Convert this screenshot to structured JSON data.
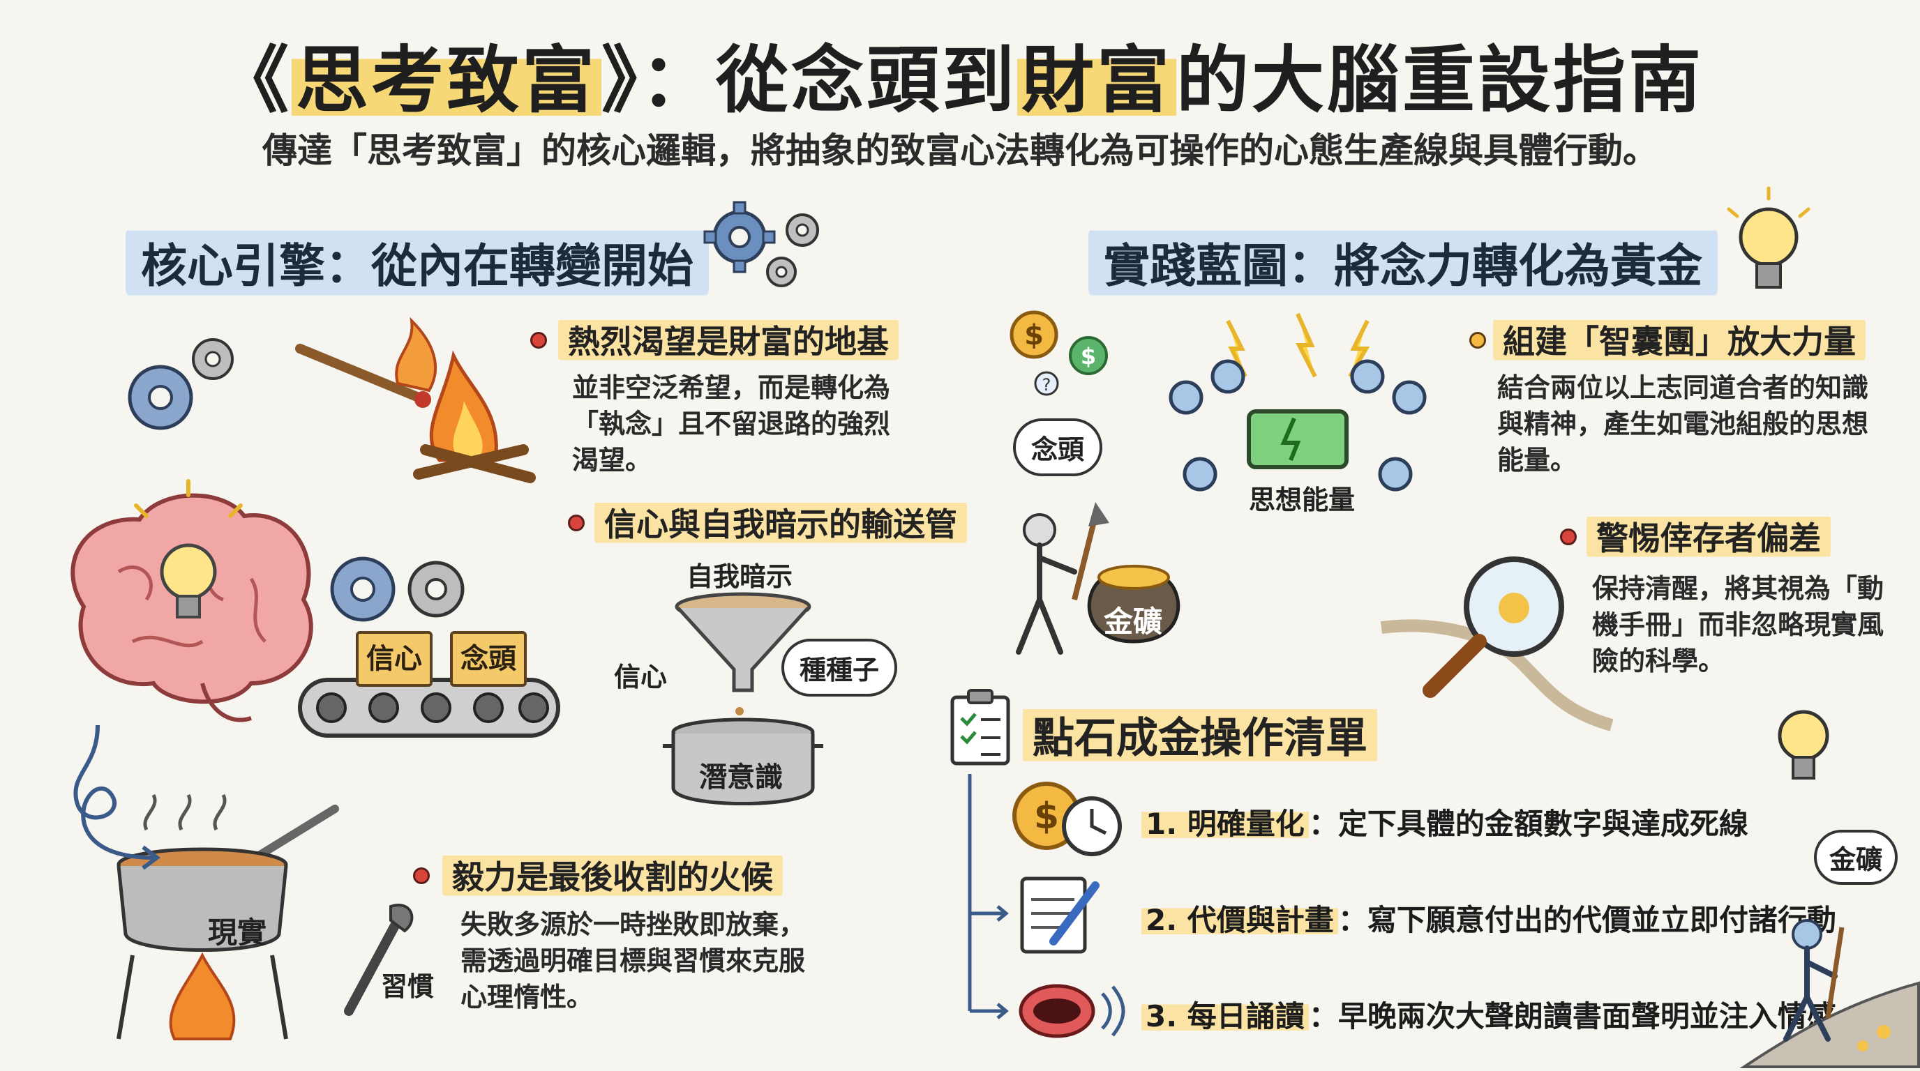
{
  "header": {
    "title_open": "《",
    "title_part1": "思考致富",
    "title_part2": "》：從念頭到",
    "title_part3": "財富",
    "title_part4": "的大腦重設指南",
    "subtitle": "傳達「思考致富」的核心邏輯，將抽象的致富心法轉化為可操作的心態生產線與具體行動。"
  },
  "left_section": {
    "heading": "核心引擎：從內在轉變開始",
    "desire": {
      "title": "熱烈渴望是財富的地基",
      "lines": [
        "並非空泛希望，而是轉化為",
        "「執念」且不留退路的強烈",
        "渴望。"
      ]
    },
    "faith": {
      "title": "信心與自我暗示的輸送管",
      "conveyor_box1": "信心",
      "conveyor_box2": "念頭",
      "funnel_label": "自我暗示",
      "faith_label": "信心",
      "seed_bubble": "種種子",
      "pot_label": "潛意識"
    },
    "persistence": {
      "title": "毅力是最後收割的火候",
      "lines": [
        "失敗多源於一時挫敗即放棄，",
        "需透過明確目標與習慣來克服",
        "心理惰性。"
      ],
      "pot_label": "現實",
      "wrench_label": "習慣"
    }
  },
  "right_section": {
    "heading": "實踐藍圖：將念力轉化為黃金",
    "thought_bubble": "念頭",
    "gold_bag": "金礦",
    "battery_label": "思想能量",
    "mastermind": {
      "title": "組建「智囊團」放大力量",
      "lines": [
        "結合兩位以上志同道合者的知識",
        "與精神，產生如電池組般的思想",
        "能量。"
      ]
    },
    "survivor": {
      "title": "警惕倖存者偏差",
      "lines": [
        "保持清醒，將其視為「動",
        "機手冊」而非忽略現實風",
        "險的科學。"
      ]
    }
  },
  "checklist": {
    "heading": "點石成金操作清單",
    "items": [
      {
        "lead": "1. 明確量化",
        "rest": "：定下具體的金額數字與達成死線"
      },
      {
        "lead": "2. 代價與計畫",
        "rest": "：寫下願意付出的代價並立即付諸行動"
      },
      {
        "lead": "3. 每日誦讀",
        "rest": "：早晚兩次大聲朗讀書面聲明並注入情感"
      }
    ],
    "miner_bubble": "金礦"
  },
  "colors": {
    "blue_highlight": "#cfe1f3",
    "yellow_highlight": "#fbe3a3",
    "title_highlight": "#f7d877",
    "accent_red": "#d9443c"
  }
}
